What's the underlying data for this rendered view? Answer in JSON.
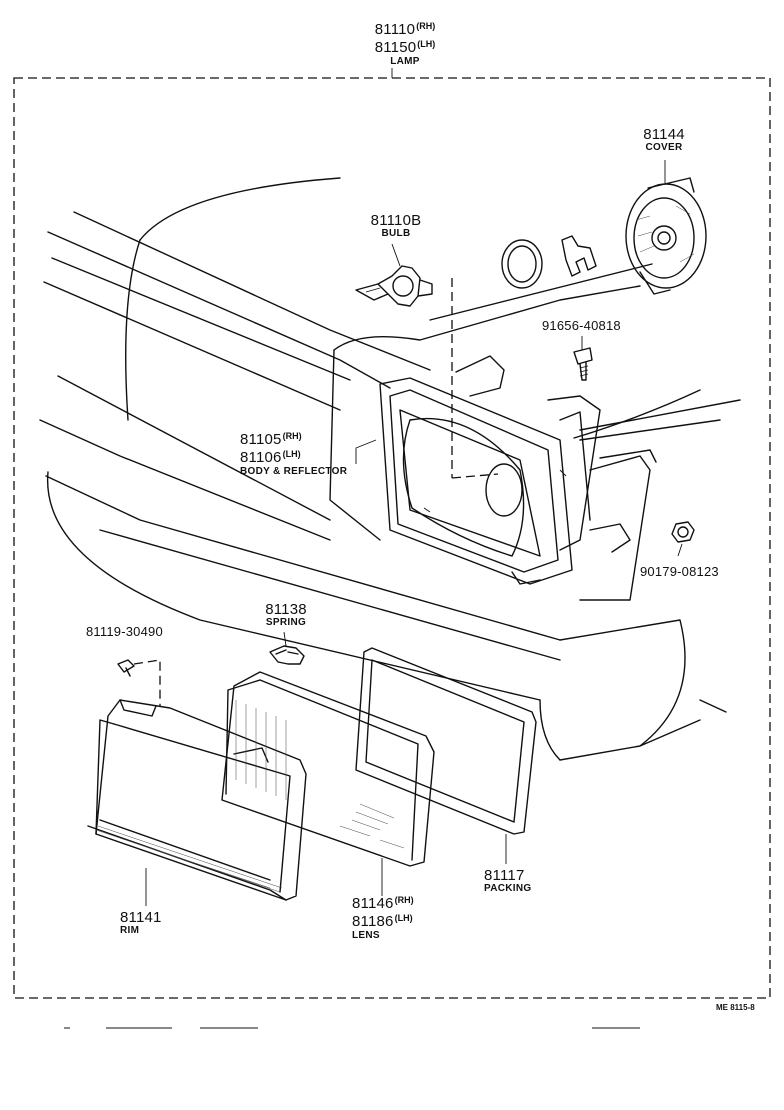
{
  "lamp": {
    "num_rh": "81110",
    "side_rh": "(RH)",
    "num_lh": "81150",
    "side_lh": "(LH)",
    "name": "LAMP"
  },
  "cover": {
    "num": "81144",
    "name": "COVER"
  },
  "bulb": {
    "num": "81110B",
    "name": "BULB"
  },
  "screw_top": {
    "num": "91656-40818"
  },
  "body_reflector": {
    "num_rh": "81105",
    "side_rh": "(RH)",
    "num_lh": "81106",
    "side_lh": "(LH)",
    "name": "BODY & REFLECTOR"
  },
  "nut": {
    "num": "90179-08123"
  },
  "spring": {
    "num": "81138",
    "name": "SPRING"
  },
  "screw_left": {
    "num": "81119-30490"
  },
  "rim": {
    "num": "81141",
    "name": "RIM"
  },
  "lens": {
    "num_rh": "81146",
    "side_rh": "(RH)",
    "num_lh": "81186",
    "side_lh": "(LH)",
    "name": "LENS"
  },
  "packing": {
    "num": "81117",
    "name": "PACKING"
  },
  "ref_code": "ME 8115-8"
}
